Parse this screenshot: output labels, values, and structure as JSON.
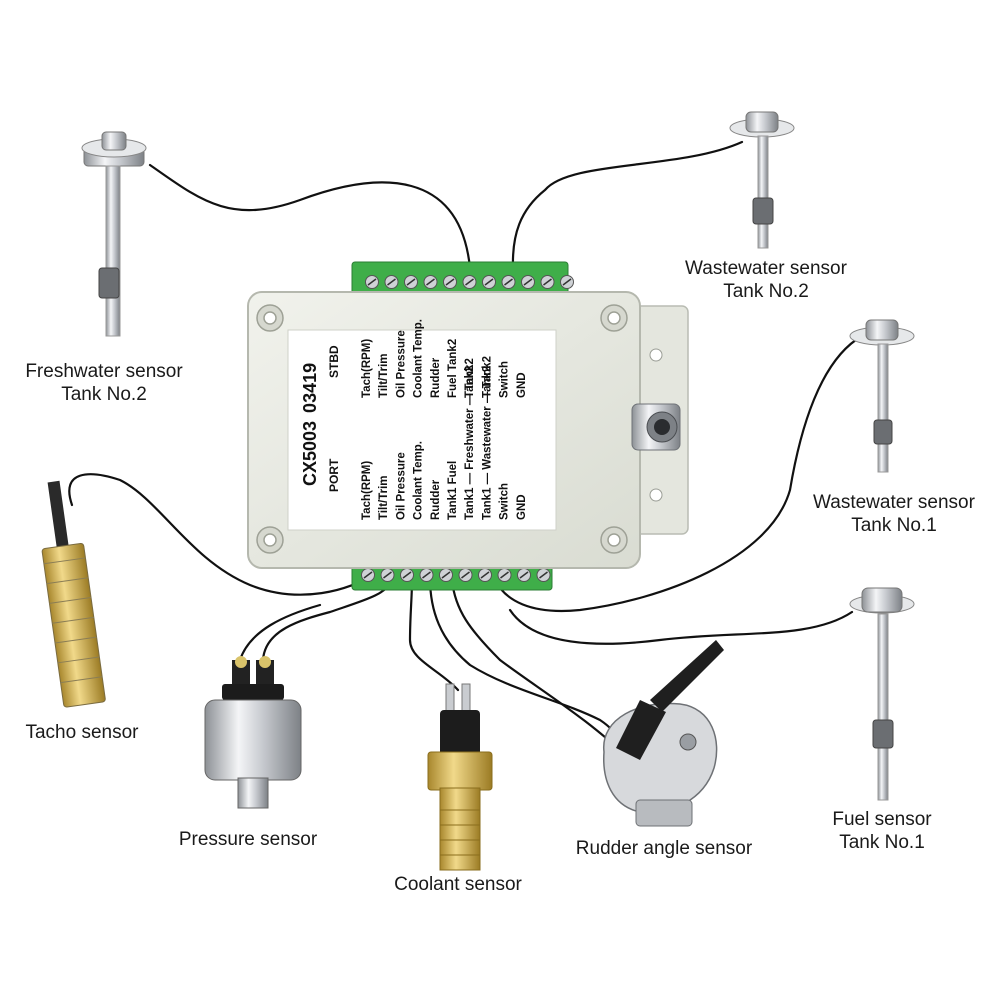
{
  "module": {
    "model_line1": "CX5003",
    "model_line2": "03419",
    "port_label": "PORT",
    "stbd_label": "STBD",
    "stbd_terminals": [
      "Tach(RPM)",
      "Tilt/Trim",
      "Oil Pressure",
      "Coolant Temp.",
      "Rudder",
      "Fuel Tank2",
      "Tank1 ⟵ Freshwater ⟶ Tank2",
      "Tank1 ⟵ Wastewater ⟶ Tank2",
      "Switch",
      "GND"
    ],
    "port_terminals": [
      "Tach(RPM)",
      "Tilt/Trim",
      "Oil Pressure",
      "Coolant Temp.",
      "Rudder",
      "Tank1 Fuel",
      "Tank1 ⟵ Freshwater ⟶ Tank2",
      "Tank1 ⟵ Wastewater ⟶ Tank2",
      "Switch",
      "GND"
    ],
    "stbd_display": [
      "Tach(RPM)",
      "Tilt/Trim",
      "Oil Pressure",
      "Coolant Temp.",
      "Rudder",
      "Fuel Tank2",
      "Tank2",
      "Tank2",
      "Switch",
      "GND"
    ],
    "port_display": [
      "Tach(RPM)",
      "Tilt/Trim",
      "Oil Pressure",
      "Coolant Temp.",
      "Rudder",
      "Tank1 Fuel",
      "Tank1 — Freshwater — Tank2",
      "Tank1 — Wastewater — Tank2",
      "Switch",
      "GND"
    ],
    "stbd_mid": [
      "",
      "",
      "",
      "",
      "",
      "",
      "Tank1 — Freshwater —",
      "Tank1 — Wastewater —",
      "",
      ""
    ]
  },
  "sensors": {
    "freshwater_tank2": [
      "Freshwater sensor",
      "Tank No.2"
    ],
    "wastewater_tank2": [
      "Wastewater sensor",
      "Tank No.2"
    ],
    "wastewater_tank1": [
      "Wastewater sensor",
      "Tank No.1"
    ],
    "fuel_tank1": [
      "Fuel sensor",
      "Tank No.1"
    ],
    "tacho": [
      "Tacho sensor"
    ],
    "pressure": [
      "Pressure sensor"
    ],
    "coolant": [
      "Coolant sensor"
    ],
    "rudder": [
      "Rudder angle sensor"
    ]
  },
  "colors": {
    "terminal_green": "#3fae49",
    "housing": "#e9ebe3",
    "wire": "#111111",
    "chrome": "#c9ccd0"
  }
}
